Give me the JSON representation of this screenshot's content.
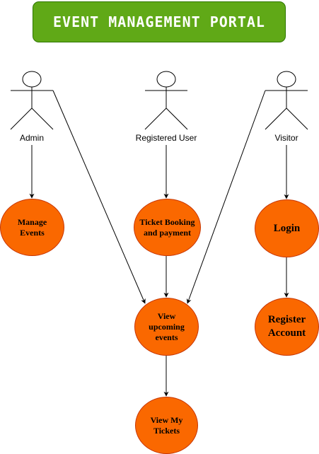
{
  "title": "EVENT MANAGEMENT PORTAL",
  "colors": {
    "title_bg": "#60a917",
    "title_border": "#2d7600",
    "usecase_fill": "#fa6800",
    "usecase_border": "#c73500",
    "line": "#000000"
  },
  "actors": {
    "admin": "Admin",
    "registered_user": "Registered User",
    "visitor": "Visitor"
  },
  "use_cases": {
    "manage_events": [
      "Manage",
      "Events"
    ],
    "ticket_booking": [
      "Ticket Booking",
      "and payment"
    ],
    "view_upcoming": [
      "View",
      "upcoming",
      "events"
    ],
    "view_tickets": [
      "View My",
      "Tickets"
    ],
    "login": [
      "Login"
    ],
    "register": [
      "Register",
      "Account"
    ]
  }
}
